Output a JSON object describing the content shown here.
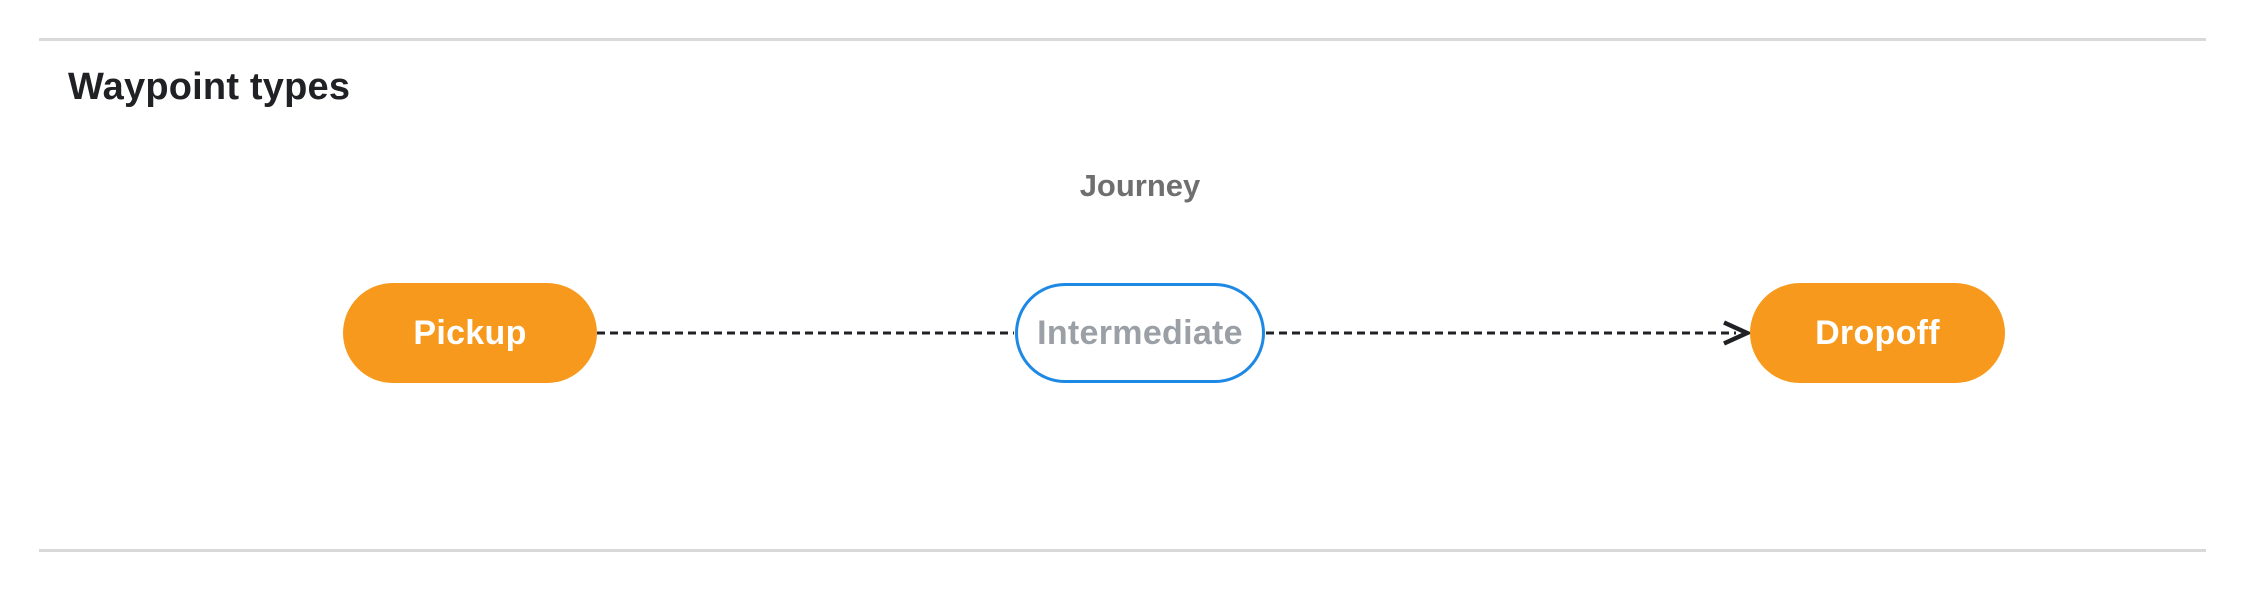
{
  "header": {
    "title": "Waypoint types"
  },
  "diagram": {
    "journey_label": "Journey",
    "nodes": [
      {
        "id": "pickup",
        "label": "Pickup",
        "shape": "pill",
        "style": "filled-orange"
      },
      {
        "id": "intermediate",
        "label": "Intermediate",
        "shape": "pill",
        "style": "outlined-blue"
      },
      {
        "id": "dropoff",
        "label": "Dropoff",
        "shape": "pill",
        "style": "filled-orange"
      }
    ],
    "edge": {
      "from": "pickup",
      "via": "intermediate",
      "to": "dropoff",
      "style": "dashed",
      "arrowhead": "end"
    },
    "colors": {
      "node_fill_orange": "#F7991D",
      "node_outline_blue": "#1E88E5",
      "node_text_white": "#FFFFFF",
      "node_text_gray": "#9AA0A6",
      "journey_label_gray": "#6F6F6F",
      "edge_black": "#202124",
      "divider_gray": "#D9D9D9",
      "heading_dark": "#202124",
      "background": "#FFFFFF"
    }
  }
}
